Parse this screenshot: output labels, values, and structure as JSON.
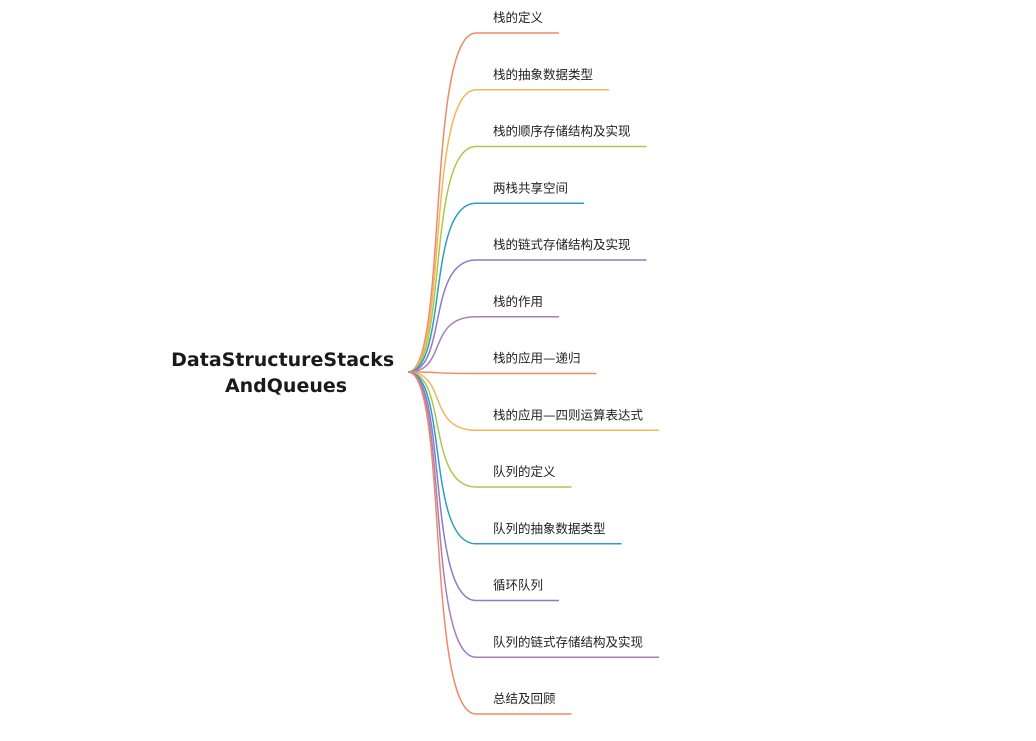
{
  "root": {
    "lines": [
      "DataStructureStacks",
      "AndQueues"
    ]
  },
  "branches": [
    {
      "label": "栈的定义",
      "color": "#f0896a"
    },
    {
      "label": "栈的抽象数据类型",
      "color": "#f5b75a"
    },
    {
      "label": "栈的顺序存储结构及实现",
      "color": "#a9c94a"
    },
    {
      "label": "两栈共享空间",
      "color": "#2e9cc6"
    },
    {
      "label": "栈的链式存储结构及实现",
      "color": "#8a7cc6"
    },
    {
      "label": "栈的作用",
      "color": "#a77fb8"
    },
    {
      "label": "栈的应用—递归",
      "color": "#f0896a"
    },
    {
      "label": "栈的应用—四则运算表达式",
      "color": "#f5b75a"
    },
    {
      "label": "队列的定义",
      "color": "#a9c94a"
    },
    {
      "label": "队列的抽象数据类型",
      "color": "#2e9cc6"
    },
    {
      "label": "循环队列",
      "color": "#8a7cc6"
    },
    {
      "label": "队列的链式存储结构及实现",
      "color": "#a77fb8"
    },
    {
      "label": "总结及回顾",
      "color": "#f0896a"
    }
  ]
}
